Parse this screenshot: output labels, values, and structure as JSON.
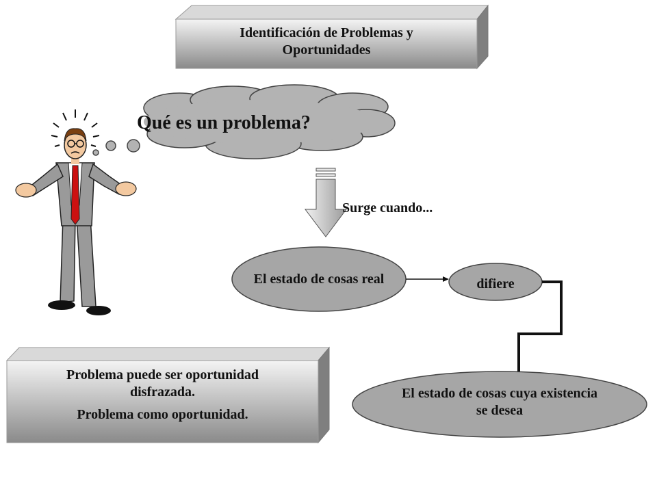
{
  "title_box": {
    "line1": "Identificación de Problemas  y",
    "line2": "Oportunidades"
  },
  "cloud": {
    "text": "Qué es un problema?"
  },
  "arrow_label": "Surge cuando...",
  "ellipse_real": "El estado de cosas real",
  "ellipse_difiere": "difiere",
  "ellipse_desired": {
    "line1": "El estado de cosas cuya existencia",
    "line2": "se desea"
  },
  "note_box": {
    "line1": "Problema puede ser oportunidad",
    "line2": "disfrazada.",
    "line3": "Problema como oportunidad."
  },
  "colors": {
    "box_gradient_light": "#f2f2f2",
    "box_gradient_dark": "#8c8c8c",
    "ellipse_fill": "#a6a6a6",
    "cloud_fill": "#b3b3b3",
    "tie": "#cc1111",
    "suit": "#9a9a9a"
  }
}
